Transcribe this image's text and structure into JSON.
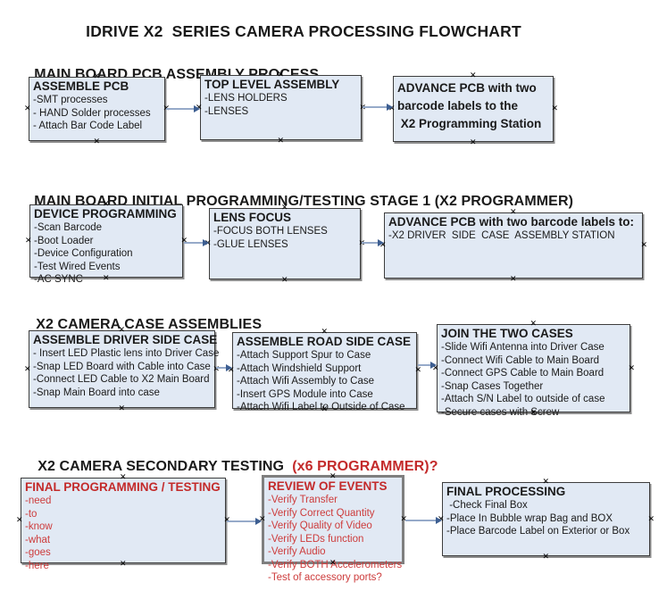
{
  "title": "IDRIVE X2  SERIES CAMERA PROCESSING FLOWCHART",
  "icons": {
    "anchor_mark": "✕"
  },
  "colors": {
    "text": "#1a1a1a",
    "box_fill": "#e1e9f4",
    "box_border": "#3d3d3d",
    "box_shadow": "#8e8e8e",
    "thick_border": "#7f7f7f",
    "red_heading": "#c32a2a",
    "red_item": "#cd3c3c",
    "arrow_line": "#96aac9",
    "arrow_head": "#3d5e91"
  },
  "sections": [
    {
      "heading": "MAIN BOARD PCB ASSEMBLY PROCESS",
      "heading_suffix": "",
      "boxes": [
        {
          "heading": "ASSEMBLE PCB",
          "items": [
            "-SMT processes",
            "- HAND Solder processes",
            "- Attach Bar Code Label"
          ]
        },
        {
          "heading": "TOP LEVEL ASSEMBLY",
          "items": [
            "-LENS HOLDERS",
            "-LENSES"
          ]
        },
        {
          "heading": "",
          "items": [
            "ADVANCE PCB with two",
            "barcode labels to the",
            " X2 Programming Station"
          ]
        }
      ]
    },
    {
      "heading": "MAIN BOARD INITIAL PROGRAMMING/TESTING STAGE 1 (X2 PROGRAMMER)",
      "heading_suffix": "",
      "boxes": [
        {
          "heading": "DEVICE PROGRAMMING",
          "items": [
            "-Scan Barcode",
            "-Boot Loader",
            "-Device Configuration",
            "-Test Wired Events",
            "-AC SYNC"
          ]
        },
        {
          "heading": "LENS FOCUS",
          "items": [
            "-FOCUS BOTH LENSES",
            "-GLUE LENSES"
          ]
        },
        {
          "heading": "ADVANCE PCB with two barcode labels to:",
          "items": [
            "-X2 DRIVER  SIDE  CASE  ASSEMBLY STATION"
          ]
        }
      ]
    },
    {
      "heading": "X2 CAMERA CASE ASSEMBLIES",
      "heading_suffix": "",
      "boxes": [
        {
          "heading": "ASSEMBLE DRIVER SIDE CASE",
          "items": [
            "- Insert LED Plastic lens into Driver Case",
            "-Snap LED Board with Cable into Case",
            "-Connect LED Cable to X2 Main Board",
            "-Snap Main Board into case"
          ]
        },
        {
          "heading": "ASSEMBLE ROAD SIDE CASE",
          "items": [
            "-Attach Support Spur to Case",
            "-Attach Windshield Support",
            "-Attach Wifi Assembly to Case",
            "-Insert GPS Module into Case",
            "-Attach Wifi Label to Outside of Case"
          ]
        },
        {
          "heading": "JOIN THE TWO CASES",
          "items": [
            "-Slide Wifi Antenna into Driver Case",
            "-Connect Wifi Cable to Main Board",
            "-Connect GPS Cable to Main Board",
            "-Snap Cases Together",
            "-Attach S/N Label to outside of case",
            "-Secure cases with Screw"
          ]
        }
      ]
    },
    {
      "heading": "X2 CAMERA SECONDARY TESTING ",
      "heading_suffix": " (x6 PROGRAMMER)?",
      "boxes": [
        {
          "heading": "FINAL PROGRAMMING / TESTING",
          "items": [
            "-need",
            "-to",
            "-know",
            "-what",
            "-goes",
            "-here"
          ]
        },
        {
          "heading": "REVIEW OF EVENTS",
          "items": [
            "-Verify Transfer",
            "-Verify Correct Quantity",
            "-Verify Quality of Video",
            "-Verify LEDs function",
            "-Verify Audio",
            "-Verify BOTH Accelerometers",
            "-Test of accessory ports?"
          ]
        },
        {
          "heading": "FINAL PROCESSING",
          "items": [
            " -Check Final Box",
            "-Place In Bubble wrap Bag and BOX",
            "-Place Barcode Label on Exterior or Box"
          ]
        }
      ]
    }
  ]
}
